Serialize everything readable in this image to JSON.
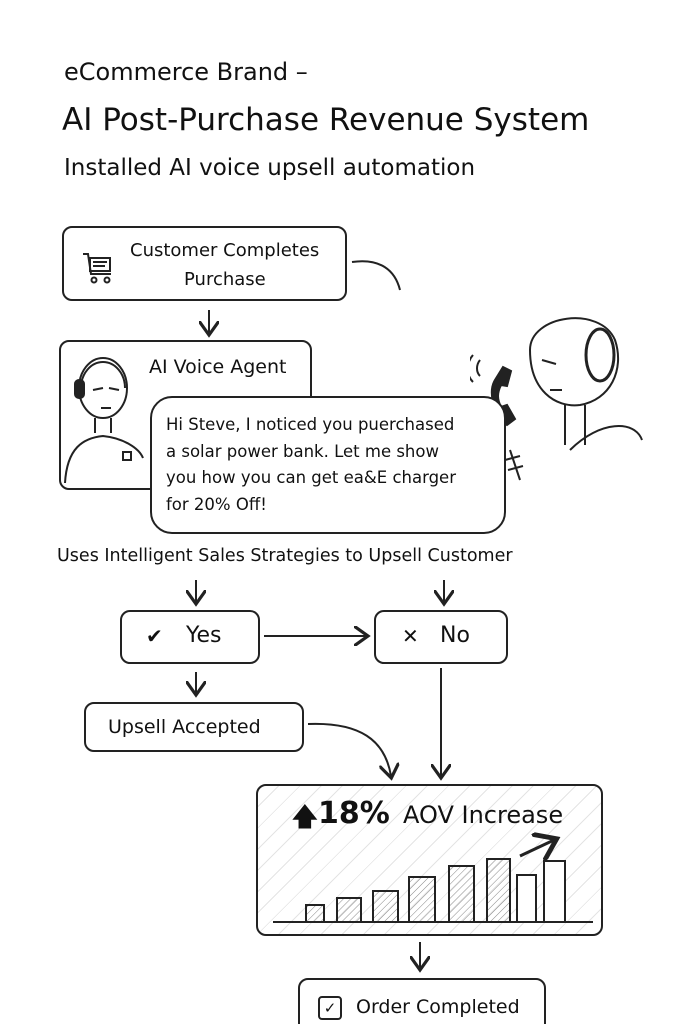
{
  "header": {
    "brand_line": "eCommerce Brand –",
    "title": "AI Post-Purchase Revenue System",
    "subtitle": "Installed AI voice upsell automation"
  },
  "flow": {
    "purchase_step": {
      "line1": "Customer Completes",
      "line2": "Purchase",
      "icon": "shopping-cart-icon"
    },
    "agent_label": "AI Voice Agent",
    "speech_bubble": {
      "lines": [
        "Hi Steve, I noticed you puerchased",
        "a solar power bank. Let me show",
        "you how you can get ea&E charger",
        "for 20% Off!"
      ]
    },
    "strategy_text": "Uses Intelligent Sales Strategies to Upsell Customer",
    "yes": {
      "icon": "check-icon",
      "symbol": "✔",
      "label": "Yes"
    },
    "no": {
      "icon": "x-icon",
      "symbol": "✕",
      "label": "No"
    },
    "upsell_accepted": "Upsell Accepted",
    "aov": {
      "arrow": "🡅",
      "percent": "18%",
      "label": "AOV Increase"
    },
    "order_completed": {
      "symbol": "✓",
      "label": "Order Completed"
    }
  },
  "chart_data": {
    "type": "bar",
    "title": "18% AOV Increase",
    "values": [
      17,
      24,
      31,
      45,
      56,
      63,
      47,
      61
    ],
    "hatched": [
      true,
      true,
      true,
      true,
      true,
      true,
      false,
      false
    ]
  },
  "colors": {
    "ink": "#222222",
    "background": "#ffffff",
    "hatch": "#999999"
  }
}
